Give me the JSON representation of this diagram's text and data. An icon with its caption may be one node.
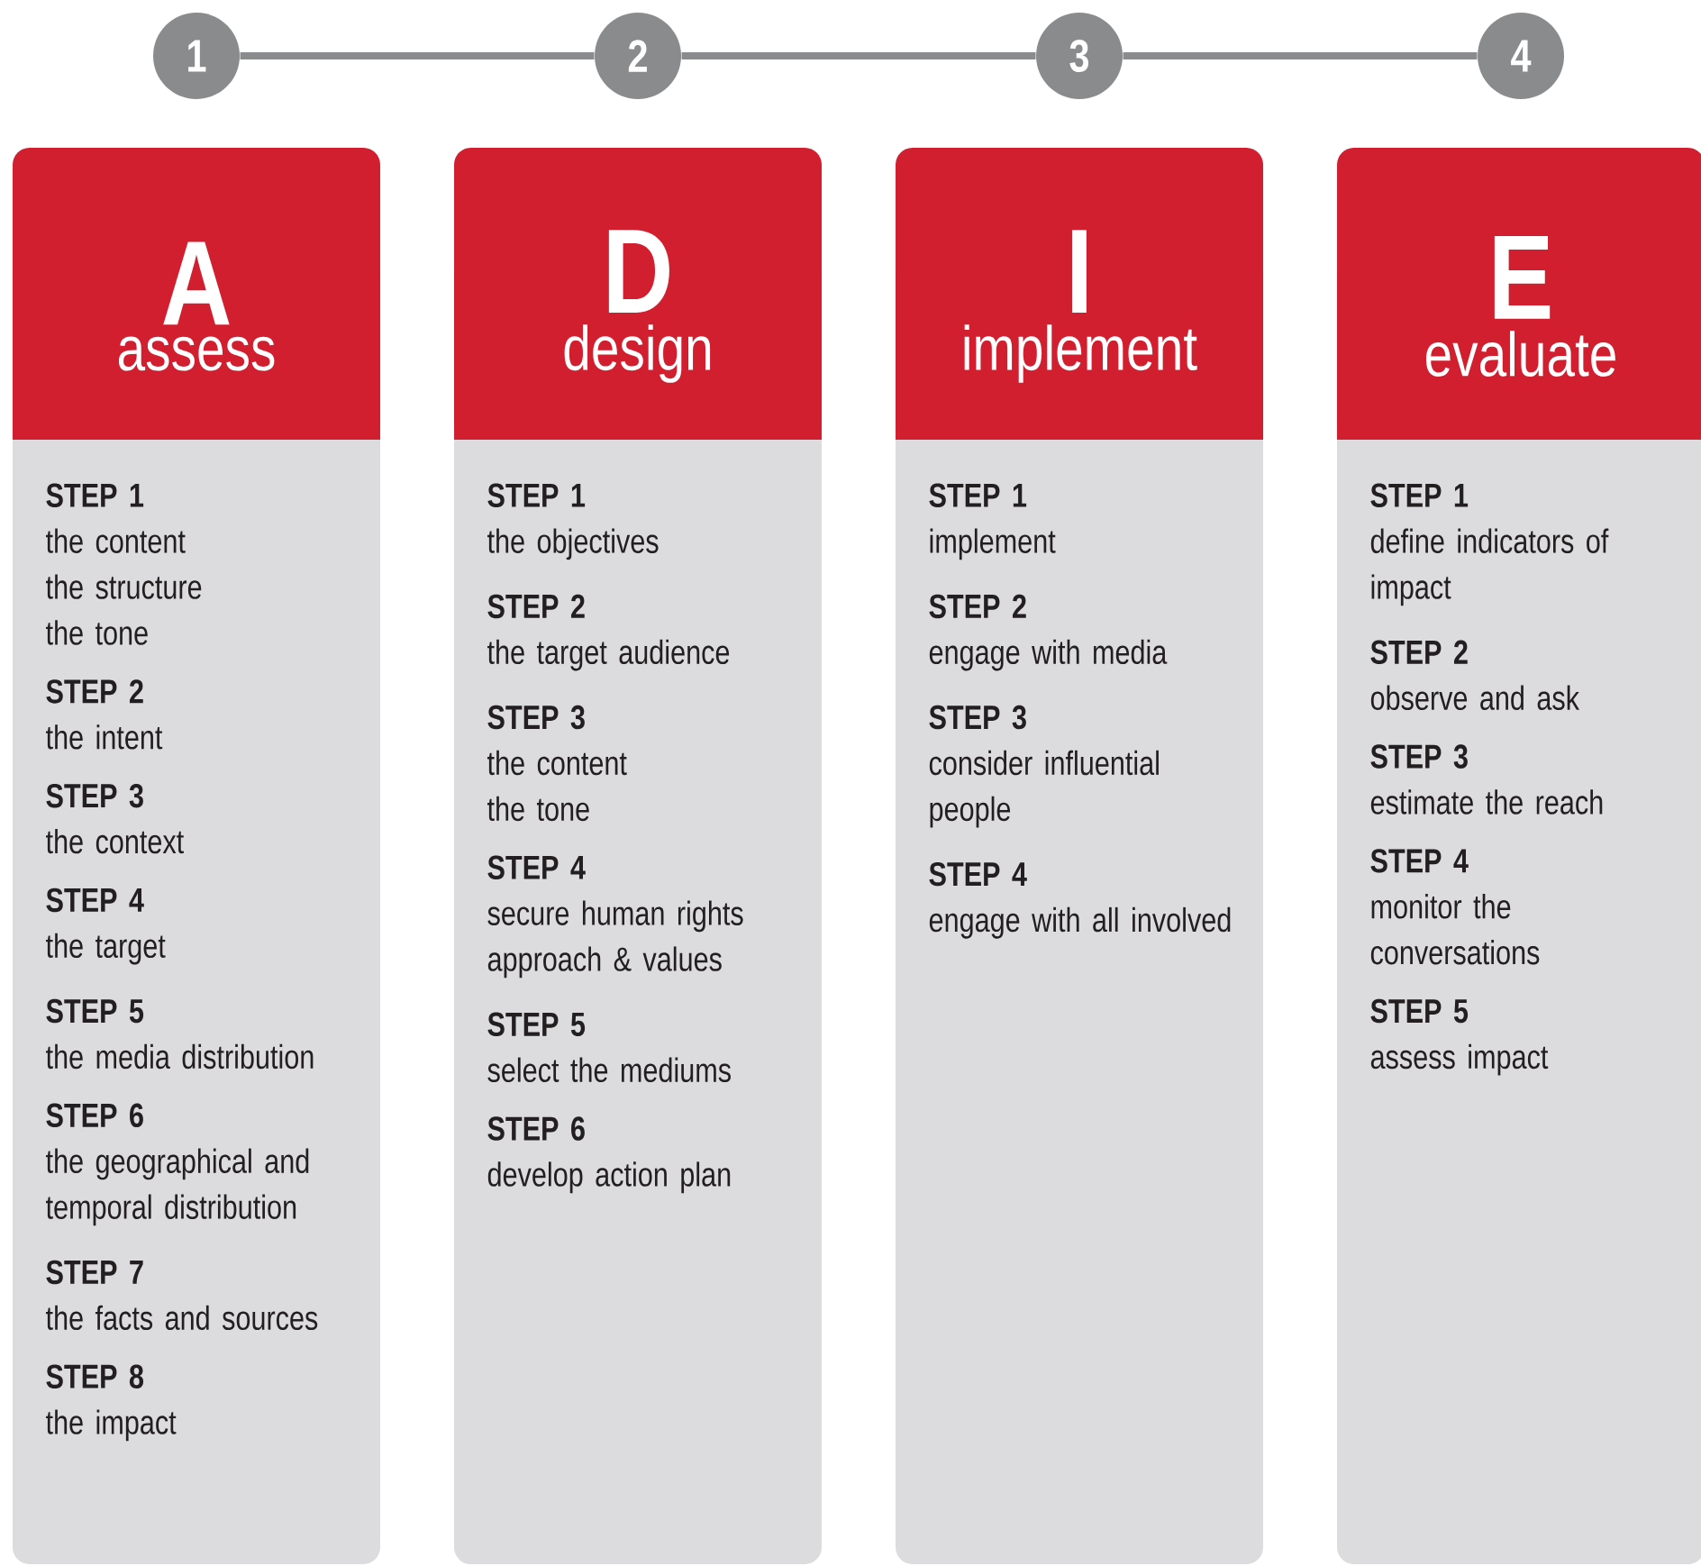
{
  "diagram": {
    "nodes": [
      {
        "text": [
          "1"
        ]
      },
      {
        "text": [
          "2"
        ]
      },
      {
        "text": [
          "3"
        ]
      },
      {
        "text": [
          "4"
        ]
      },
      {
        "text": [
          "A",
          "assess"
        ]
      },
      {
        "text": [],
        "shape": "box"
      },
      {
        "text": [
          "STEP 1",
          "the content",
          "the structure",
          "the tone"
        ],
        "in": 5
      },
      {
        "text": [
          "STEP 2",
          "the intent"
        ],
        "in": 5
      },
      {
        "text": [
          "STEP 3",
          "the context"
        ],
        "in": 5
      },
      {
        "text": [
          "STEP 4",
          "the target"
        ],
        "in": 5
      },
      {
        "text": [
          "STEP 5",
          "the media distribution"
        ],
        "in": 5
      },
      {
        "text": [
          "STEP 6",
          "the geographical and temporal distribution"
        ],
        "in": 5
      },
      {
        "text": [
          "STEP 7",
          "the facts and sources"
        ],
        "in": 5
      },
      {
        "text": [
          "STEP 8",
          "the impact"
        ],
        "in": 5
      },
      {
        "text": [
          "D",
          "design"
        ]
      },
      {
        "text": [],
        "shape": "box"
      },
      {
        "text": [
          "STEP 1",
          "the objectives"
        ],
        "in": 15
      },
      {
        "text": [
          "STEP 2",
          "the target audience"
        ],
        "in": 15
      },
      {
        "text": [
          "STEP 3",
          "the content",
          "the tone"
        ],
        "in": 15
      },
      {
        "text": [
          "STEP 4",
          "secure human rights approach & values"
        ],
        "in": 15
      },
      {
        "text": [
          "STEP 5",
          "select the mediums"
        ],
        "in": 15
      },
      {
        "text": [
          "STEP 6",
          "develop action plan"
        ],
        "in": 15
      },
      {
        "text": [
          "I",
          "implement"
        ]
      },
      {
        "text": [],
        "shape": "box"
      },
      {
        "text": [
          "STEP 1",
          "implement"
        ],
        "in": 23
      },
      {
        "text": [
          "STEP 2",
          "engage with media"
        ],
        "in": 23
      },
      {
        "text": [
          "STEP 3",
          "consider influential people"
        ],
        "in": 23
      },
      {
        "text": [
          "STEP 4",
          "engage with all involved"
        ],
        "in": 23
      },
      {
        "text": [
          "E",
          "evaluate"
        ]
      },
      {
        "text": [],
        "shape": "box"
      },
      {
        "text": [
          "STEP 1",
          "define indicators of impact"
        ],
        "in": 29
      },
      {
        "text": [
          "STEP 2",
          "observe and ask"
        ],
        "in": 29
      },
      {
        "text": [
          "STEP 3",
          "estimate the reach"
        ],
        "in": 29
      },
      {
        "text": [
          "STEP 4",
          "monitor the conversations"
        ],
        "in": 29
      },
      {
        "text": [
          "STEP 5",
          "assess impact"
        ],
        "in": 29
      }
    ],
    "edges": [
      {
        "from": 0,
        "to": 1,
        "arrow": "none"
      },
      {
        "from": 1,
        "to": 2,
        "arrow": "none"
      },
      {
        "from": 2,
        "to": 3,
        "arrow": "none"
      }
    ]
  }
}
